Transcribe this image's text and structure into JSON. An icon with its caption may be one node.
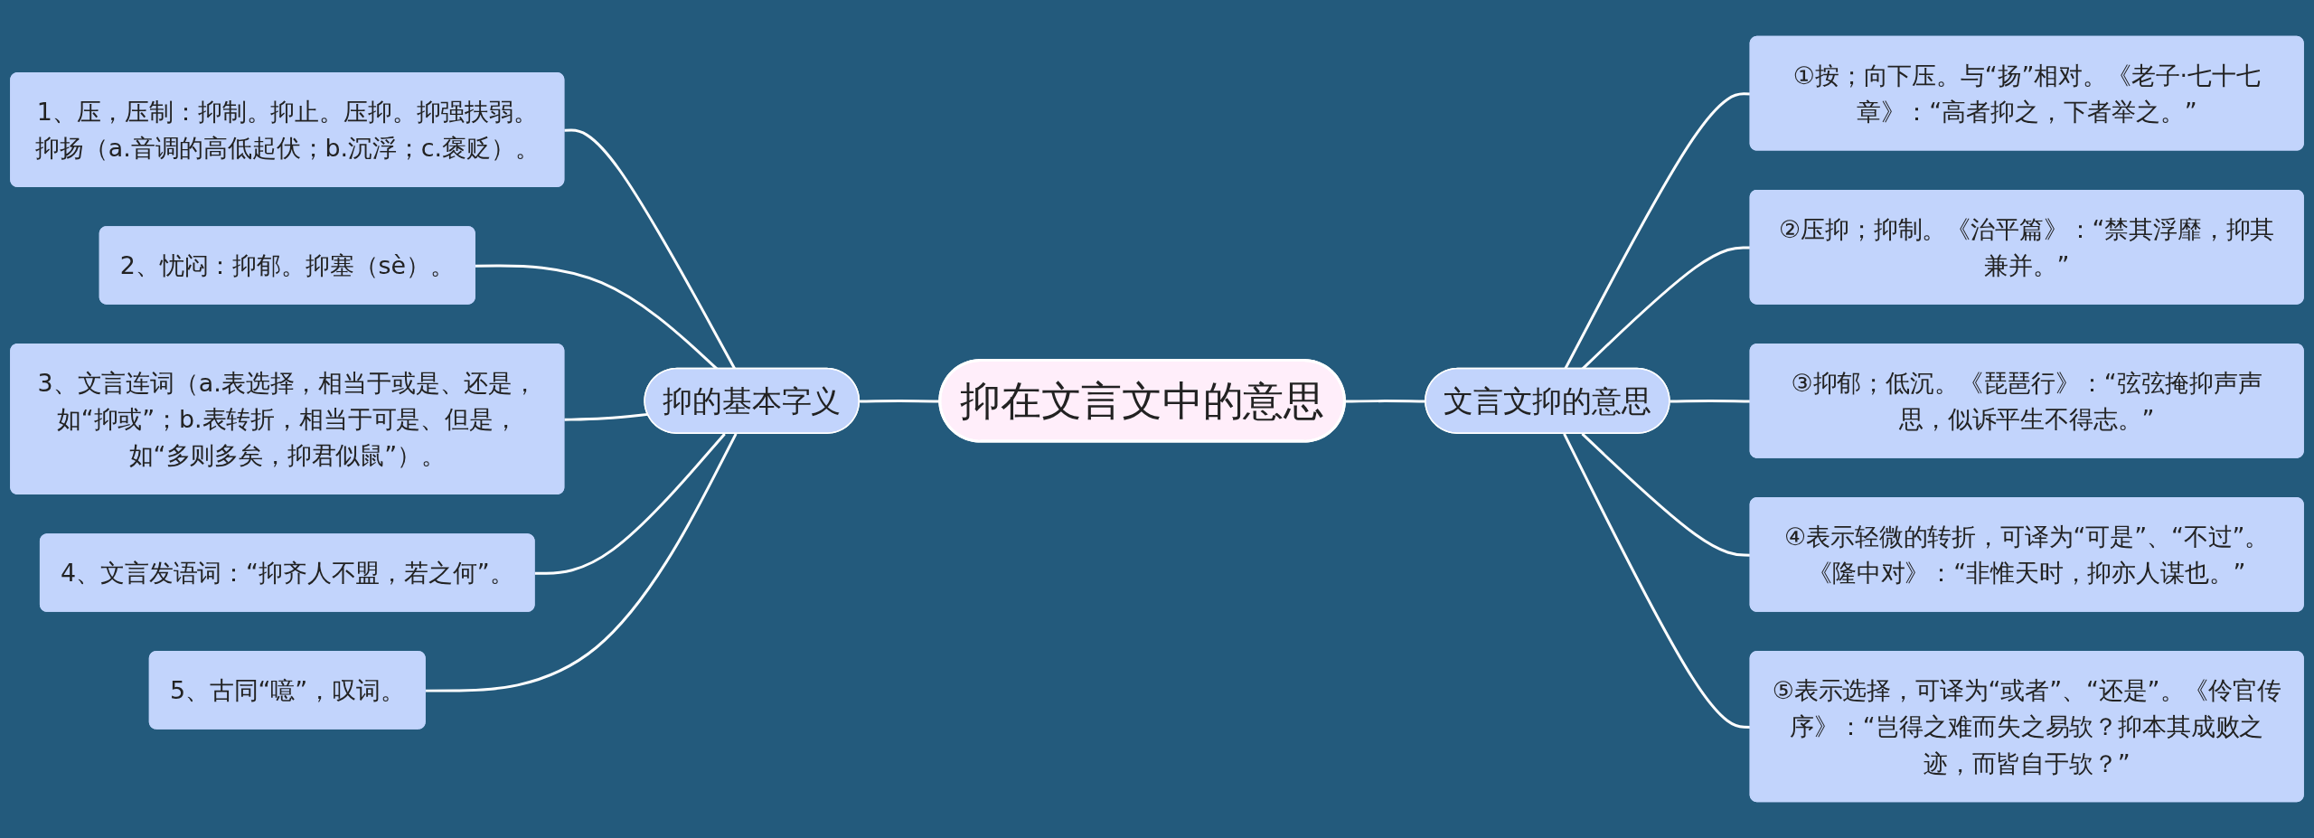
{
  "diagram": {
    "nodes": [
      {
        "text": [
          "抑在文言文中的意思"
        ]
      },
      {
        "text": [
          "抑的基本字义"
        ]
      },
      {
        "text": [
          "1、压，压制：抑制。抑止。压抑。抑强扶弱。抑扬（a.音调的高低起伏；b.沉浮；c.褒贬）。"
        ]
      },
      {
        "text": [
          "2、忧闷：抑郁。抑塞（sè）。"
        ]
      },
      {
        "text": [
          "3、文言连词（a.表选择，相当于或是、还是，如“抑或”；b.表转折，相当于可是、但是，如“多则多矣，抑君似鼠”）。"
        ]
      },
      {
        "text": [
          "4、文言发语词：“抑齐人不盟，若之何”。"
        ]
      },
      {
        "text": [
          "5、古同“噫”，叹词。"
        ]
      },
      {
        "text": [
          "文言文抑的意思"
        ]
      },
      {
        "text": [
          "①按；向下压。与“扬”相对。《老子·七十七章》：“高者抑之，下者举之。”"
        ]
      },
      {
        "text": [
          "②压抑；抑制。《治平篇》：“禁其浮靡，抑其兼并。”"
        ]
      },
      {
        "text": [
          "③抑郁；低沉。《琵琶行》：“弦弦掩抑声声思，似诉平生不得志。”"
        ]
      },
      {
        "text": [
          "④表示轻微的转折，可译为“可是”、“不过”。《隆中对》：“非惟天时，抑亦人谋也。”"
        ]
      },
      {
        "text": [
          "⑤表示选择，可译为“或者”、“还是”。《伶官传序》：“岂得之难而失之易欤？抑本其成败之迹，而皆自于欤？”"
        ]
      }
    ],
    "edges": [
      {
        "from": 0,
        "to": 1,
        "arrow": "none"
      },
      {
        "from": 1,
        "to": 2,
        "arrow": "none"
      },
      {
        "from": 1,
        "to": 3,
        "arrow": "none"
      },
      {
        "from": 1,
        "to": 4,
        "arrow": "none"
      },
      {
        "from": 1,
        "to": 5,
        "arrow": "none"
      },
      {
        "from": 1,
        "to": 6,
        "arrow": "none"
      },
      {
        "from": 0,
        "to": 7,
        "arrow": "none"
      },
      {
        "from": 7,
        "to": 8,
        "arrow": "none"
      },
      {
        "from": 7,
        "to": 9,
        "arrow": "none"
      },
      {
        "from": 7,
        "to": 10,
        "arrow": "none"
      },
      {
        "from": 7,
        "to": 11,
        "arrow": "none"
      },
      {
        "from": 7,
        "to": 12,
        "arrow": "none"
      }
    ]
  }
}
